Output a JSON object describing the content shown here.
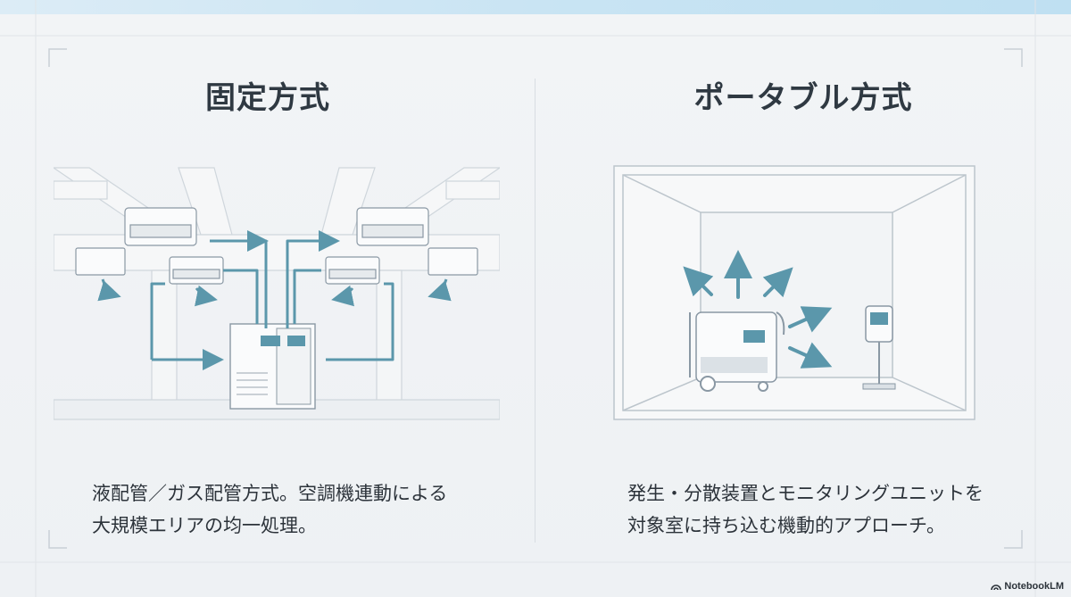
{
  "left": {
    "title": "固定方式",
    "description_line1": "液配管／ガス配管方式。空調機連動による",
    "description_line2": "大規模エリアの均一処理。"
  },
  "right": {
    "title": "ポータブル方式",
    "description_line1": "発生・分散装置とモニタリングユニットを",
    "description_line2": "対象室に持ち込む機動的アプローチ。"
  },
  "badge": {
    "label": "NotebookLM",
    "icon": "notebooklm-logo-icon"
  },
  "colors": {
    "accent": "#5b97ab",
    "line": "#cfd6dc",
    "text": "#2f3942",
    "topbar": "#c9e4f3"
  }
}
